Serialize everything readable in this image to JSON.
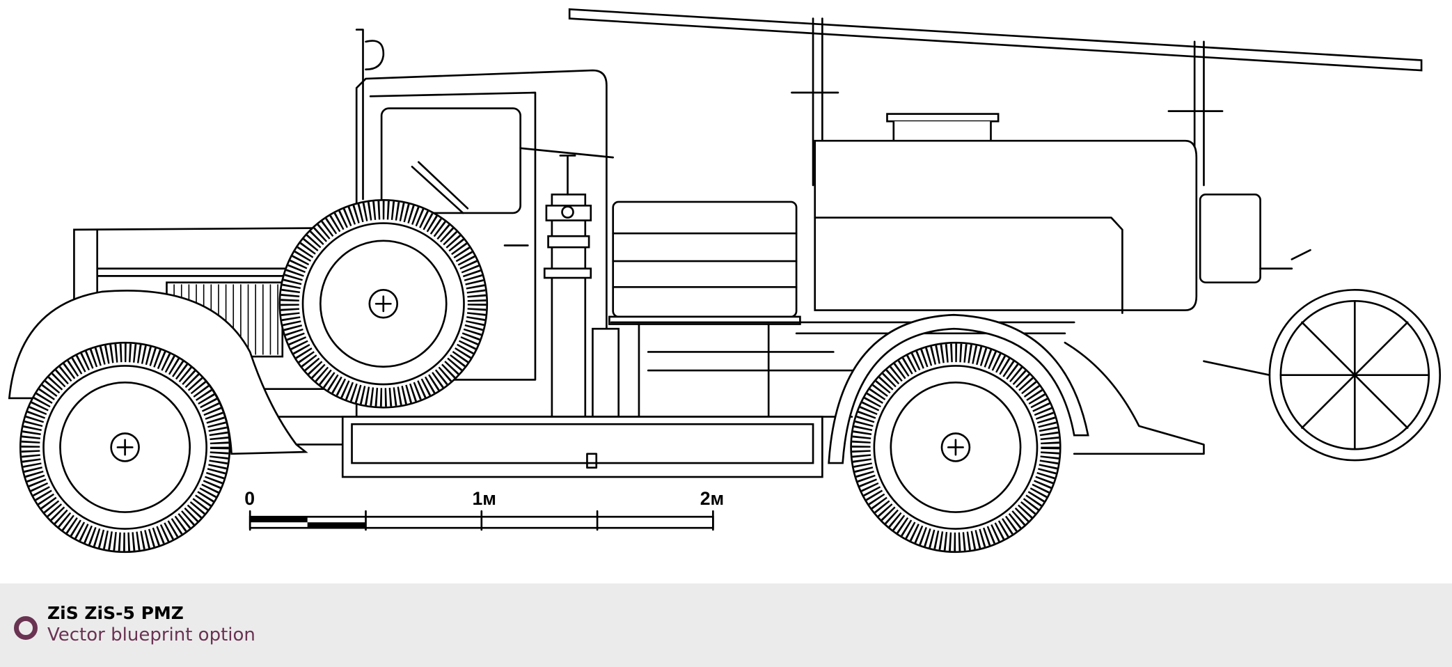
{
  "drawing": {
    "scale_bar": {
      "labels": [
        "0",
        "1м",
        "2м"
      ]
    }
  },
  "caption": {
    "title": "ZiS ZiS-5 PMZ",
    "subtitle": "Vector blueprint option",
    "accent_color": "#6a3352"
  }
}
